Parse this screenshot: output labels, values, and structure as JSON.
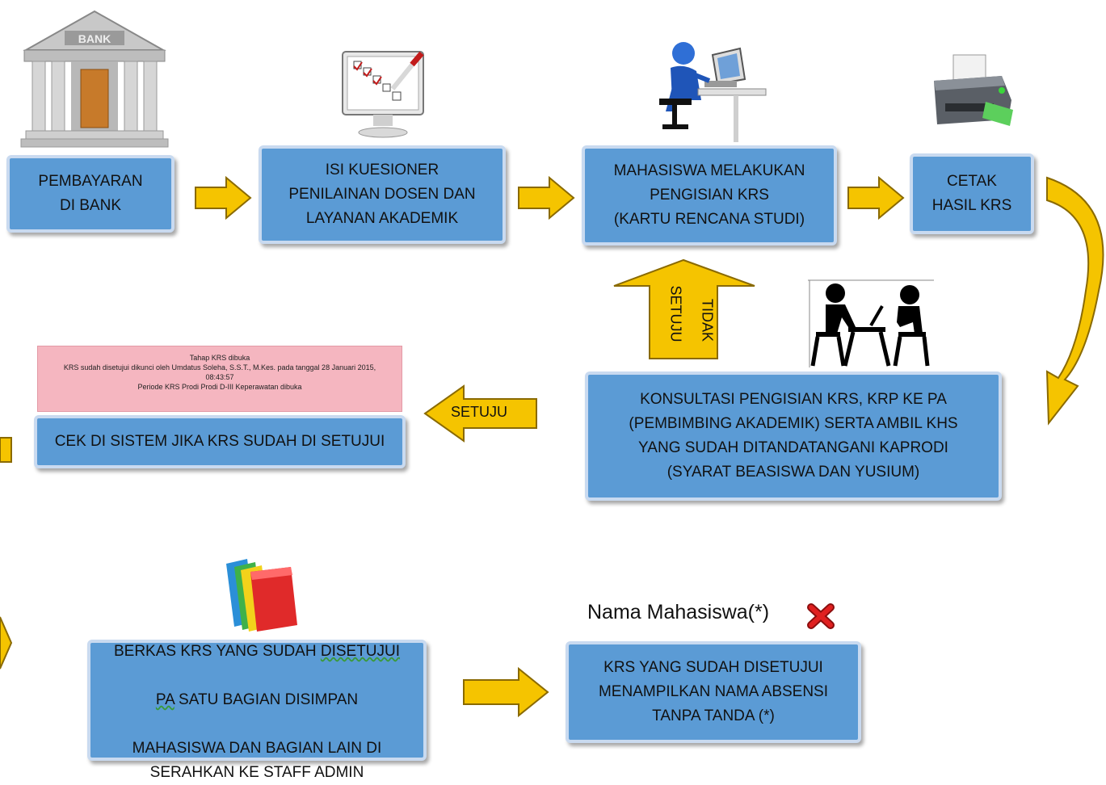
{
  "steps": {
    "bank": "PEMBAYARAN\nDI BANK",
    "kuesioner": "ISI KUESIONER\nPENILAINAN DOSEN DAN\nLAYANAN AKADEMIK",
    "pengisian": "MAHASISWA MELAKUKAN\nPENGISIAN KRS\n(KARTU RENCANA STUDI)",
    "cetak": "CETAK\nHASIL KRS",
    "konsultasi": "KONSULTASI PENGISIAN KRS, KRP KE PA\n(PEMBIMBING AKADEMIK) SERTA AMBIL KHS\nYANG SUDAH DITANDATANGANI KAPRODI\n(SYARAT BEASISWA DAN YUSIUM)",
    "cek": "CEK DI SISTEM JIKA KRS SUDAH DI SETUJUI",
    "berkas_line1_a": "BERKAS KRS YANG SUDAH ",
    "berkas_line1_b": "DISETUJUI",
    "berkas_line2_a": "PA",
    "berkas_line2_b": " SATU BAGIAN DISIMPAN",
    "berkas_rest": "MAHASISWA DAN BAGIAN LAIN DI\nSERAHKAN KE STAFF ADMIN",
    "krs_tampil": "KRS YANG SUDAH DISETUJUI\nMENAMPILKAN NAMA ABSENSI\nTANPA TANDA (*)"
  },
  "labels": {
    "tidak_setuju_1": "TIDAK",
    "tidak_setuju_2": "SETUJU",
    "setuju": "SETUJU",
    "bank_sign": "BANK"
  },
  "system_message": "Tahap KRS dibuka\nKRS sudah disetujui dikunci oleh Umdatus Soleha, S.S.T., M.Kes. pada tanggal 28 Januari 2015,\n08:43:57\nPeriode KRS Prodi Prodi D-III Keperawatan dibuka",
  "nama_mahasiswa": "Nama Mahasiswa(*)",
  "colors": {
    "box": "#5b9bd5",
    "arrow": "#f5c400",
    "pink": "#f5b6c0",
    "cross": "#e02020"
  },
  "icons": [
    "bank-icon",
    "checklist-monitor-icon",
    "computer-user-icon",
    "printer-icon",
    "consultation-icon",
    "folders-icon",
    "red-cross-icon"
  ]
}
